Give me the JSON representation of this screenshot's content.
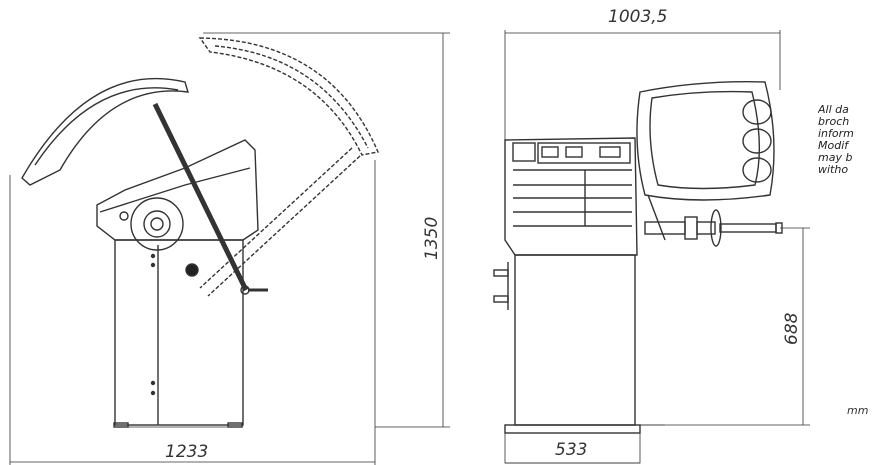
{
  "dimensions": {
    "total_width": "1003,5",
    "depth_open": "1233",
    "height": "1350",
    "base_width": "533",
    "shaft_height": "688"
  },
  "note": {
    "lines": [
      "All da",
      "broch",
      "inform",
      "Modif",
      "may b",
      "witho"
    ]
  },
  "unit": "mm"
}
